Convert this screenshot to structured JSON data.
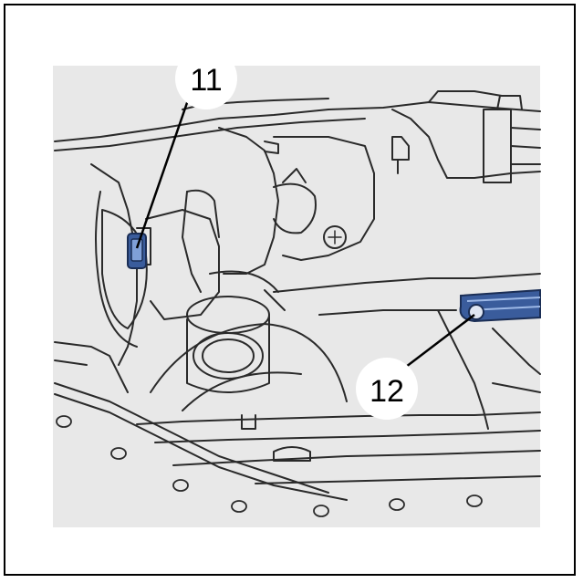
{
  "callouts": [
    {
      "id": "11",
      "label": "11"
    },
    {
      "id": "12",
      "label": "12"
    }
  ],
  "colors": {
    "background": "#e8e8e8",
    "line": "#2a2a2a",
    "highlight": "#2f4f8f",
    "frame": "#000000"
  }
}
